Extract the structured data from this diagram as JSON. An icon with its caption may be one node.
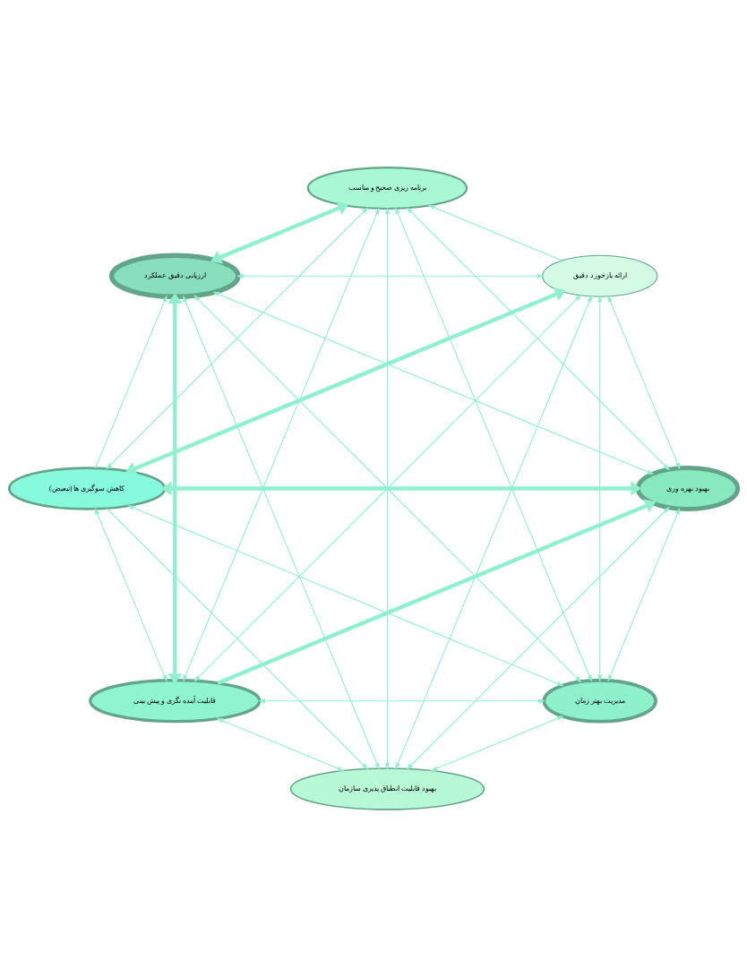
{
  "diagram": {
    "nodes": [
      {
        "text": [
          "مدیریت بهتر زمان"
        ]
      },
      {
        "text": [
          "بهبود بهره وری"
        ]
      },
      {
        "text": [
          "قابلیت آینده نگری و پیش بینی"
        ]
      },
      {
        "text": [
          "کاهش سوگیری ها (تبعیض)"
        ]
      },
      {
        "text": [
          "ارزیابی دقیق عملکرد"
        ]
      },
      {
        "text": [
          "برنامه ریزی صحیح و مناسب"
        ]
      },
      {
        "text": [
          "ارائه بازخورد دقیق"
        ]
      },
      {
        "text": [
          "بهبود قابلیت انطباق پذیری سازمان"
        ]
      }
    ],
    "edges": [
      {
        "from": 0,
        "to": 1,
        "arrow": "both"
      },
      {
        "from": 2,
        "to": 0,
        "arrow": "both"
      },
      {
        "from": 0,
        "to": 3,
        "arrow": "both"
      },
      {
        "from": 0,
        "to": 4,
        "arrow": "both"
      },
      {
        "from": 0,
        "to": 5,
        "arrow": "both"
      },
      {
        "from": 0,
        "to": 6,
        "arrow": "both"
      },
      {
        "from": 0,
        "to": 7,
        "arrow": "both"
      },
      {
        "from": 2,
        "to": 1,
        "arrow": "to",
        "style": "thick"
      },
      {
        "from": 1,
        "to": 3,
        "arrow": "both",
        "style": "thick"
      },
      {
        "from": 1,
        "to": 4,
        "arrow": "both"
      },
      {
        "from": 1,
        "to": 5,
        "arrow": "both"
      },
      {
        "from": 1,
        "to": 6,
        "arrow": "both"
      },
      {
        "from": 1,
        "to": 7,
        "arrow": "both"
      },
      {
        "from": 2,
        "to": 3,
        "arrow": "both"
      },
      {
        "from": 2,
        "to": 4,
        "arrow": "both",
        "style": "thick"
      },
      {
        "from": 2,
        "to": 5,
        "arrow": "both"
      },
      {
        "from": 2,
        "to": 6,
        "arrow": "both"
      },
      {
        "from": 2,
        "to": 7,
        "arrow": "both"
      },
      {
        "from": 3,
        "to": 4,
        "arrow": "to"
      },
      {
        "from": 3,
        "to": 5,
        "arrow": "both"
      },
      {
        "from": 3,
        "to": 6,
        "arrow": "both",
        "style": "thick"
      },
      {
        "from": 3,
        "to": 7,
        "arrow": "to"
      },
      {
        "from": 4,
        "to": 5,
        "arrow": "both",
        "style": "thick"
      },
      {
        "from": 4,
        "to": 6,
        "arrow": "both"
      },
      {
        "from": 4,
        "to": 7,
        "arrow": "both"
      },
      {
        "from": 6,
        "to": 5,
        "arrow": "to"
      },
      {
        "from": 5,
        "to": 7,
        "arrow": "both"
      },
      {
        "from": 6,
        "to": 7,
        "arrow": "both"
      }
    ]
  }
}
